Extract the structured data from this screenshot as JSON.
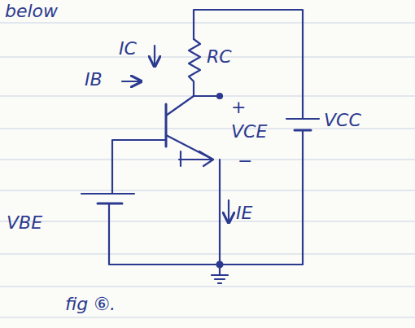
{
  "diagram": {
    "labels": [
      "below",
      "IC",
      "RC",
      "IB",
      "+",
      "VCE",
      "−",
      "VCC",
      "VBE",
      "IE",
      "fig ⑥."
    ]
  }
}
